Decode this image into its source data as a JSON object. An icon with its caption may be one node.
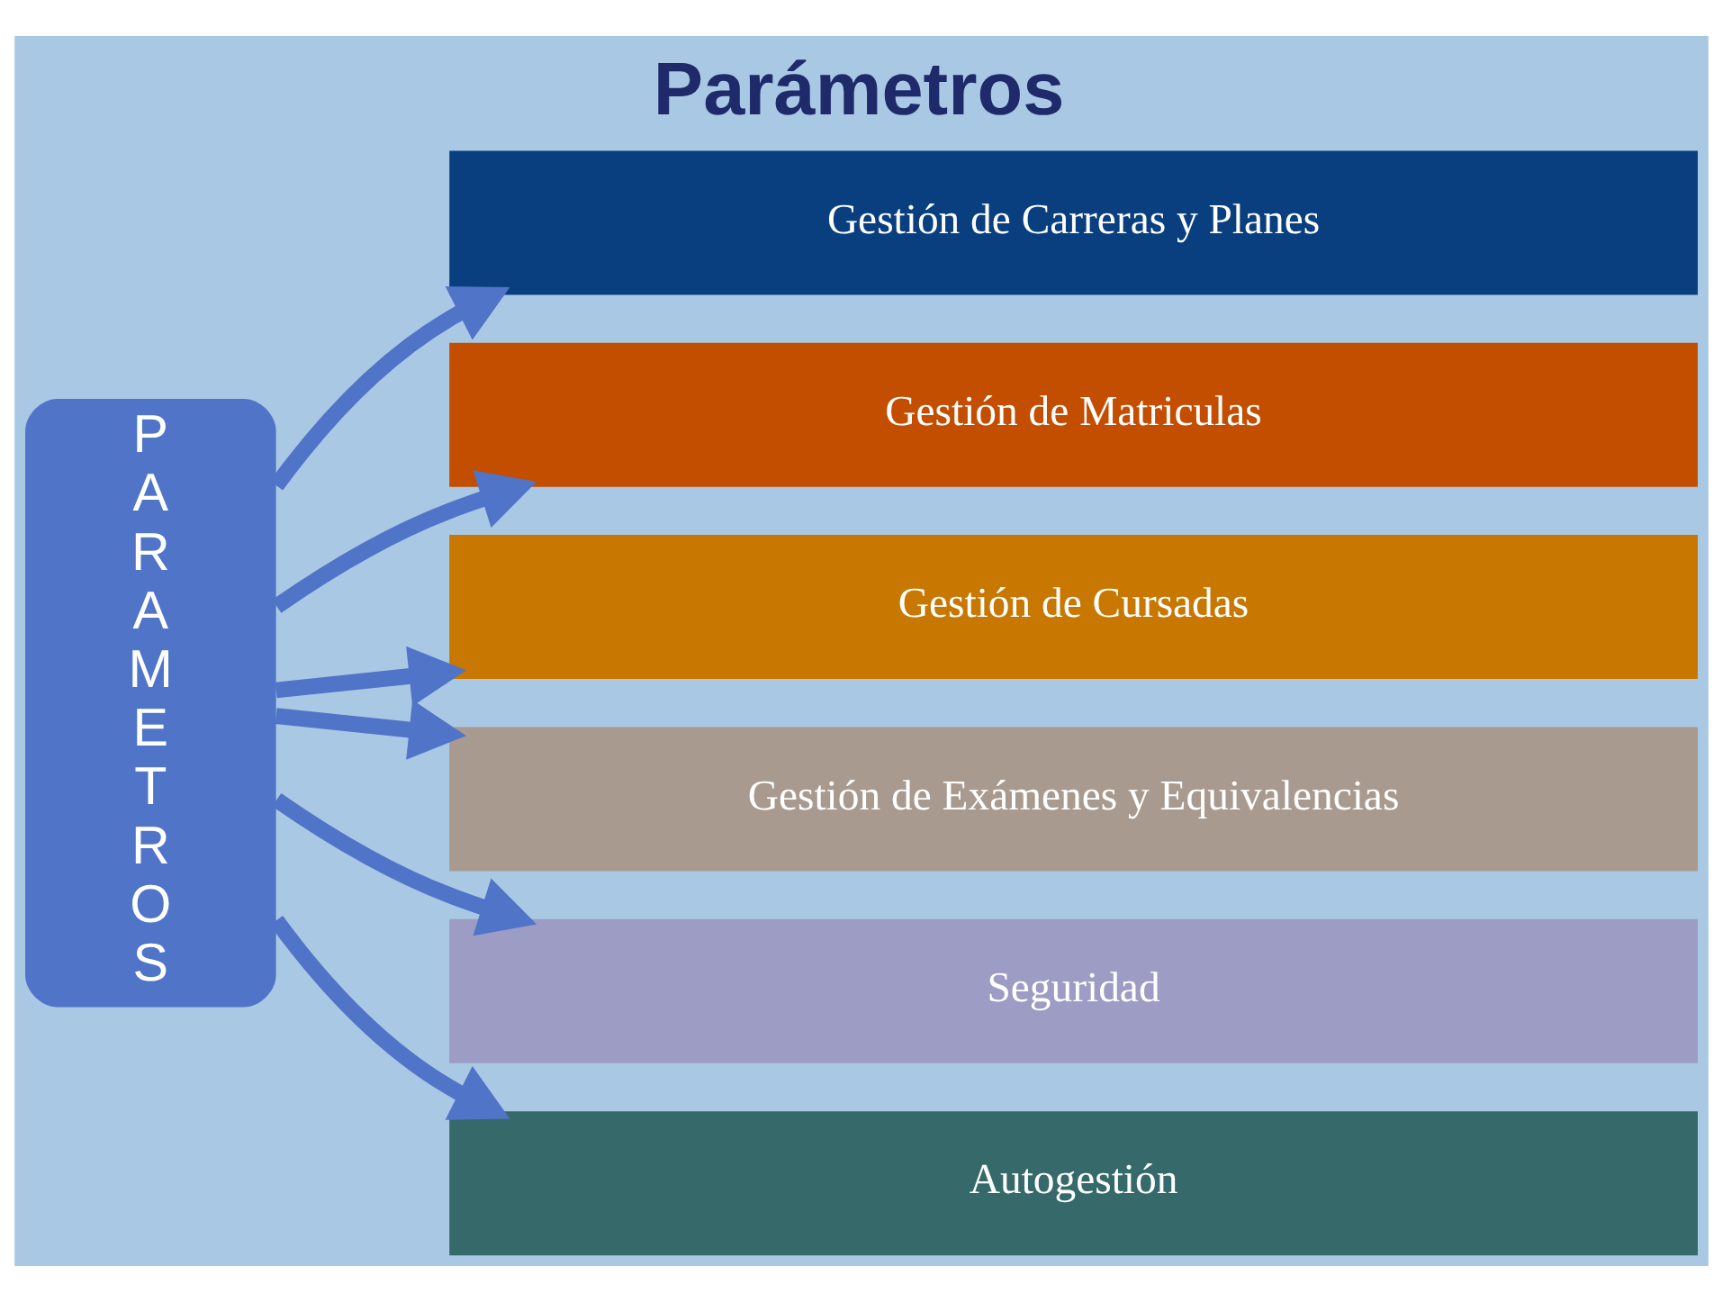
{
  "diagram": {
    "title": "Parámetros",
    "nodes": [
      {
        "text": [
          "P A R A M E T R O S"
        ]
      },
      {
        "text": [
          "Gestión de Carreras y Planes"
        ]
      },
      {
        "text": [
          "Gestión de Matriculas"
        ]
      },
      {
        "text": [
          "Gestión de Cursadas"
        ]
      },
      {
        "text": [
          "Gestión de Exámenes y Equivalencias"
        ]
      },
      {
        "text": [
          "Seguridad"
        ]
      },
      {
        "text": [
          "Autogestión"
        ]
      }
    ],
    "edges": [
      {
        "from": 0,
        "to": 1,
        "arrow": "to"
      },
      {
        "from": 0,
        "to": 2,
        "arrow": "to"
      },
      {
        "from": 0,
        "to": 3,
        "arrow": "to"
      },
      {
        "from": 0,
        "to": 4,
        "arrow": "to"
      },
      {
        "from": 0,
        "to": 5,
        "arrow": "to"
      },
      {
        "from": 0,
        "to": 6,
        "arrow": "to"
      }
    ]
  }
}
